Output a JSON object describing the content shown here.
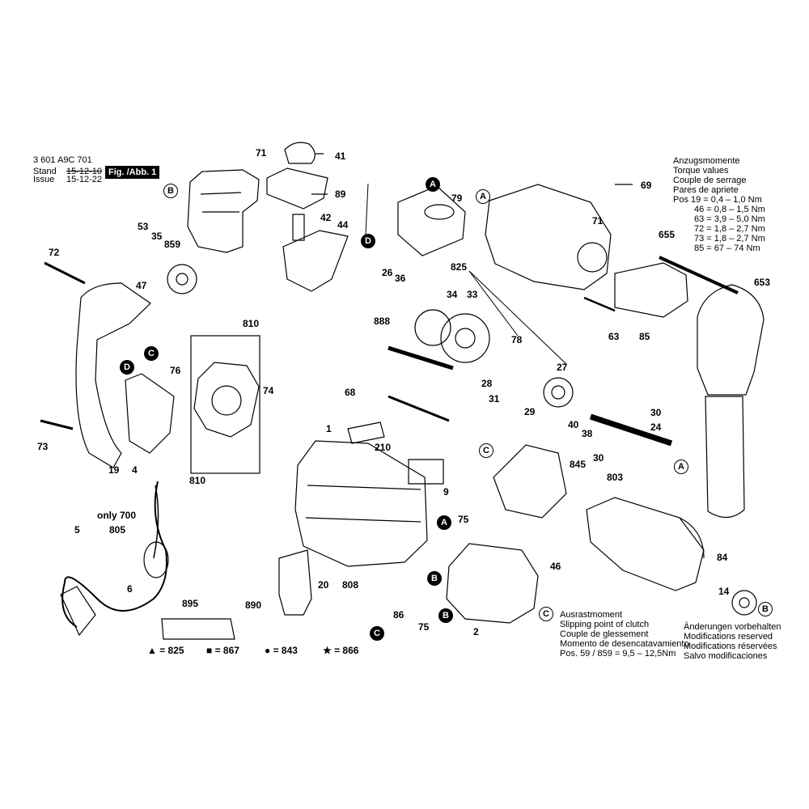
{
  "header": {
    "doc_number": "3 601 A9C 701",
    "stand_label": "Stand",
    "issue_label": "Issue",
    "stand_date": "15-12-10",
    "issue_date": "15-12-22",
    "fig_label": "Fig. /Abb. 1"
  },
  "torque": {
    "lines": [
      "Anzugsmomente",
      "Torque values",
      "Couple de serrage",
      "Pares de apriete"
    ],
    "rows": [
      "Pos   19   =   0,4 –  1,0 Nm",
      "46   =   0,8 –  1,5 Nm",
      "63   =   3,9 –  5,0 Nm",
      "72   =   1,8 –  2,7 Nm",
      "73   =   1,8 –  2,7 Nm",
      "85   =   67 –  74 Nm"
    ]
  },
  "clutch": {
    "lines": [
      "Ausrastmoment",
      "Slipping point of clutch",
      "Couple de glessement",
      "Momento de desencatavamiento"
    ],
    "pos": "Pos.  59 / 859  =  9,5 – 12,5Nm"
  },
  "changes": {
    "lines": [
      "Änderungen vorbehalten",
      "Modifications reserved",
      "Modifications réservées",
      "Salvo modificaciones"
    ]
  },
  "legend": [
    "▲ = 825",
    "■ = 867",
    "● = 843",
    "★ = 866"
  ],
  "special_note": "only 700",
  "parts": [
    "1",
    "2",
    "4",
    "5",
    "6",
    "9",
    "14",
    "19",
    "20",
    "24",
    "26",
    "27",
    "28",
    "29",
    "30",
    "31",
    "33",
    "34",
    "35",
    "36",
    "38",
    "40",
    "41",
    "42",
    "44",
    "46",
    "47",
    "53",
    "63",
    "68",
    "69",
    "71",
    "72",
    "73",
    "74",
    "75",
    "76",
    "78",
    "79",
    "84",
    "85",
    "86",
    "89",
    "210",
    "653",
    "655",
    "803",
    "805",
    "808",
    "810",
    "825",
    "845",
    "859",
    "888",
    "890",
    "895"
  ],
  "callouts": [
    "A",
    "B",
    "C",
    "D"
  ]
}
